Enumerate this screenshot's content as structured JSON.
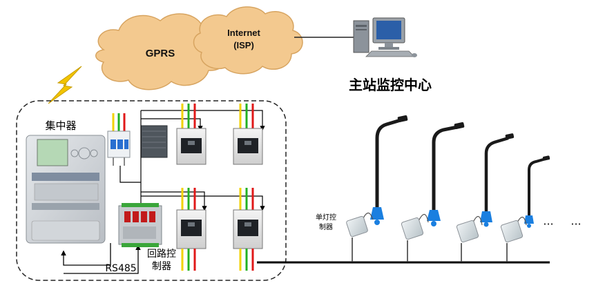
{
  "network": {
    "gprs_label": "GPRS",
    "internet_label_line1": "Internet",
    "internet_label_line2": "(ISP)"
  },
  "master_station": {
    "label": "主站监控中心"
  },
  "cabinet": {
    "concentrator_label": "集中器",
    "loop_controller_label_line1": "回路控",
    "loop_controller_label_line2": "制器",
    "rs485_label": "RS485"
  },
  "field": {
    "single_lamp_controller_line1": "单灯控",
    "single_lamp_controller_line2": "制器",
    "ellipsis_1": "···",
    "ellipsis_2": "···"
  },
  "colors": {
    "cloud_fill": "#f3c98f",
    "cloud_stroke": "#d7a460",
    "wire_yellow": "#f2d200",
    "wire_green": "#22b022",
    "wire_red": "#e01818",
    "lamp_pole": "#1a1a1a",
    "lamp_head_blue": "#1a7fe0",
    "lightning": "#f2c400"
  }
}
